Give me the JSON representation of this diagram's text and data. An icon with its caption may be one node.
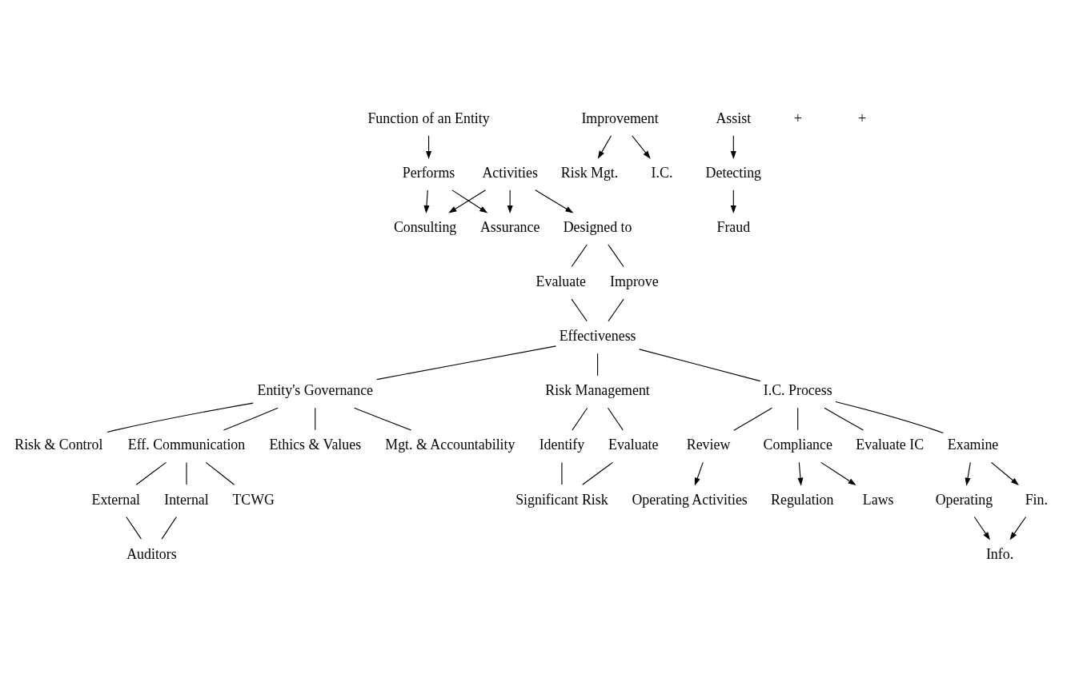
{
  "diagram": {
    "nodes": [
      {
        "text": [
          "Function of an Entity"
        ]
      },
      {
        "text": [
          "Performs"
        ]
      },
      {
        "text": [
          "Assurance"
        ]
      },
      {
        "text": [
          "Consulting"
        ]
      },
      {
        "text": [
          "Activities"
        ]
      },
      {
        "text": [
          "Designed to"
        ]
      },
      {
        "text": [
          "Evaluate"
        ]
      },
      {
        "text": [
          "Improve"
        ]
      },
      {
        "text": [
          "Effectiveness"
        ]
      },
      {
        "text": [
          "Entity's Governance"
        ]
      },
      {
        "text": [
          "Risk Management"
        ]
      },
      {
        "text": [
          "I.C. Process"
        ]
      },
      {
        "text": [
          "Identify"
        ]
      },
      {
        "text": [
          "Evaluate"
        ]
      },
      {
        "text": [
          "Significant Risk"
        ]
      },
      {
        "text": [
          "Improvement"
        ]
      },
      {
        "text": [
          "Risk Mgt."
        ]
      },
      {
        "text": [
          "I.C."
        ]
      },
      {
        "text": [
          "Assist"
        ]
      },
      {
        "text": [
          "Detecting"
        ]
      },
      {
        "text": [
          "Fraud"
        ]
      },
      {
        "text": [
          "Evaluate IC"
        ]
      },
      {
        "text": [
          "Examine"
        ]
      },
      {
        "text": [
          "Review"
        ]
      },
      {
        "text": [
          "Compliance"
        ]
      },
      {
        "text": [
          "Fin."
        ]
      },
      {
        "text": [
          "Operating"
        ]
      },
      {
        "text": [
          "Info."
        ]
      },
      {
        "text": [
          "Operating Activities"
        ]
      },
      {
        "text": [
          "Laws"
        ]
      },
      {
        "text": [
          "Regulation"
        ]
      },
      {
        "text": [
          "Ethics & Values"
        ]
      },
      {
        "text": [
          "Mgt. & Accountability"
        ]
      },
      {
        "text": [
          "Risk & Control"
        ]
      },
      {
        "text": [
          "Eff. Communication"
        ]
      },
      {
        "text": [
          "Internal"
        ]
      },
      {
        "text": [
          "External"
        ]
      },
      {
        "text": [
          "TCWG"
        ]
      },
      {
        "text": [
          "Auditors"
        ]
      }
    ],
    "edges": [
      {
        "from": 0,
        "to": 1,
        "arrow": "to"
      },
      {
        "from": 1,
        "to": 2,
        "arrow": "to"
      },
      {
        "from": 1,
        "to": 3,
        "arrow": "to"
      },
      {
        "from": 4,
        "to": 2,
        "arrow": "to"
      },
      {
        "from": 4,
        "to": 3,
        "arrow": "to"
      },
      {
        "from": 4,
        "to": 5,
        "arrow": "to"
      },
      {
        "from": 5,
        "to": 6,
        "arrow": "none"
      },
      {
        "from": 5,
        "to": 7,
        "arrow": "none"
      },
      {
        "from": 6,
        "to": 8,
        "arrow": "none"
      },
      {
        "from": 7,
        "to": 8,
        "arrow": "none"
      },
      {
        "from": 8,
        "to": 9,
        "arrow": "none"
      },
      {
        "from": 8,
        "to": 10,
        "arrow": "none"
      },
      {
        "from": 8,
        "to": 11,
        "arrow": "none"
      },
      {
        "from": 10,
        "to": 12,
        "arrow": "none"
      },
      {
        "from": 10,
        "to": 13,
        "arrow": "none"
      },
      {
        "from": 12,
        "to": 14,
        "arrow": "none"
      },
      {
        "from": 13,
        "to": 14,
        "arrow": "none"
      },
      {
        "from": 15,
        "to": 16,
        "arrow": "to"
      },
      {
        "from": 15,
        "to": 17,
        "arrow": "to"
      },
      {
        "from": 18,
        "to": 19,
        "arrow": "to"
      },
      {
        "from": 19,
        "to": 20,
        "arrow": "to"
      },
      {
        "from": 11,
        "to": 21,
        "arrow": "none"
      },
      {
        "from": 11,
        "to": 22,
        "arrow": "none"
      },
      {
        "from": 11,
        "to": 23,
        "arrow": "none"
      },
      {
        "from": 11,
        "to": 24,
        "arrow": "none"
      },
      {
        "from": 22,
        "to": 25,
        "arrow": "to"
      },
      {
        "from": 22,
        "to": 26,
        "arrow": "to"
      },
      {
        "from": 23,
        "to": 28,
        "arrow": "to"
      },
      {
        "from": 24,
        "to": 29,
        "arrow": "to"
      },
      {
        "from": 24,
        "to": 30,
        "arrow": "to"
      },
      {
        "from": 25,
        "to": 27,
        "arrow": "to"
      },
      {
        "from": 26,
        "to": 27,
        "arrow": "to"
      },
      {
        "from": 9,
        "to": 31,
        "arrow": "none"
      },
      {
        "from": 9,
        "to": 32,
        "arrow": "none"
      },
      {
        "from": 9,
        "to": 33,
        "arrow": "none"
      },
      {
        "from": 9,
        "to": 34,
        "arrow": "none"
      },
      {
        "from": 34,
        "to": 35,
        "arrow": "none"
      },
      {
        "from": 34,
        "to": 36,
        "arrow": "none"
      },
      {
        "from": 34,
        "to": 37,
        "arrow": "none"
      },
      {
        "from": 35,
        "to": 38,
        "arrow": "none"
      },
      {
        "from": 36,
        "to": 38,
        "arrow": "none"
      }
    ],
    "labels": [
      "+",
      "+"
    ]
  }
}
